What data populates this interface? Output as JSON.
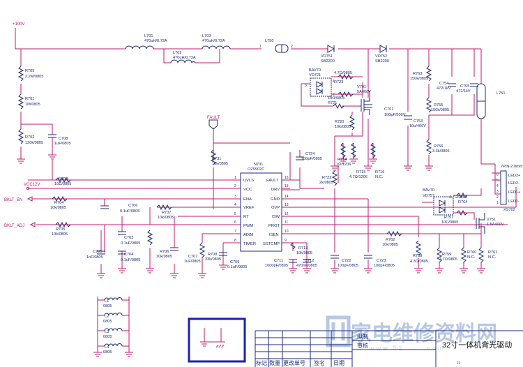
{
  "nets": {
    "vin": "+100V",
    "fault": "FAULT",
    "vcc": "VCC12V",
    "bklt_en": "BKLT_EN",
    "bklt_adj": "BKLT_ADJ"
  },
  "chip": {
    "ref": "N701",
    "part": "OZ9902C",
    "left_pins": [
      {
        "name": "UVLS",
        "num": "1"
      },
      {
        "name": "VCC",
        "num": "2"
      },
      {
        "name": "ENA",
        "num": "3"
      },
      {
        "name": "VREF",
        "num": "4"
      },
      {
        "name": "RT",
        "num": "5"
      },
      {
        "name": "PWM",
        "num": "6"
      },
      {
        "name": "ADIM",
        "num": "7"
      },
      {
        "name": "TIMER",
        "num": "8"
      }
    ],
    "right_pins": [
      {
        "name": "FAULT",
        "num": "16"
      },
      {
        "name": "DRV",
        "num": "15"
      },
      {
        "name": "GND",
        "num": "14"
      },
      {
        "name": "OVP",
        "num": "13"
      },
      {
        "name": "ISW",
        "num": "12"
      },
      {
        "name": "PROT",
        "num": "11"
      },
      {
        "name": "ISEN",
        "num": "10"
      },
      {
        "name": "SSTCMP",
        "num": "9"
      }
    ]
  },
  "parts": {
    "L701": {
      "ref": "L701",
      "val": "470uH/0.72A"
    },
    "L702": {
      "ref": "L702",
      "val": "470uH/0.72A"
    },
    "L703": {
      "ref": "L703",
      "val": "470uH/0.72A"
    },
    "L750": {
      "ref": "L750",
      "pin1": "1",
      "pin2": "2"
    },
    "VD751": {
      "ref": "VD751",
      "val": "SB2200"
    },
    "VD752": {
      "ref": "VD752",
      "val": "SB2200"
    },
    "R709": {
      "ref": "R709",
      "val": "2.2M/0805"
    },
    "R701": {
      "ref": "R701",
      "val": "1M/0805"
    },
    "R702": {
      "ref": "R702",
      "val": "120k/0805"
    },
    "C708": {
      "ref": "C708",
      "val": "1uF/0805"
    },
    "BAV70a": {
      "ref": "BAV70",
      "sub": "VD721"
    },
    "R723": {
      "ref": "R723",
      "val": "4.7Ω/0805"
    },
    "R723b": {
      "val": "10Ω/0805"
    },
    "V701": {
      "ref": "V701",
      "val": "5A400V"
    },
    "R721": {
      "ref": "R721"
    },
    "C701": {
      "ref": "C701",
      "val": "100pF/500V"
    },
    "R720": {
      "ref": "R720",
      "val": "10k/0805"
    },
    "R763": {
      "ref": "R763",
      "val": "150k/0805"
    },
    "C754": {
      "ref": "C754",
      "val": "472/1kV"
    },
    "C755": {
      "ref": "C755",
      "val": "472/1kV"
    },
    "R755": {
      "ref": "R755",
      "val": "150k/0805"
    },
    "C753": {
      "ref": "C753",
      "val": "10u/400V"
    },
    "R756": {
      "ref": "R756",
      "val": "3.3k/0805"
    },
    "L751": {
      "ref": "L751"
    },
    "C724": {
      "ref": "C724",
      "val": "100pF/0805"
    },
    "R714": {
      "ref": "R714",
      "val": "1Ω/1206"
    },
    "R715": {
      "ref": "R715",
      "val": "4.7Ω/1206"
    },
    "R716": {
      "ref": "R716",
      "val": "N.C."
    },
    "R722": {
      "ref": "R722",
      "val": "2k/0805"
    },
    "R731": {
      "ref": "R731",
      "val": "10k/0805"
    },
    "R703": {
      "ref": "R703",
      "val": "10Ω/0805"
    },
    "R704": {
      "ref": "R704",
      "val": "10k/0805"
    },
    "R705": {
      "ref": "R705",
      "val": "10k/0805"
    },
    "C706": {
      "ref": "C706",
      "val": "0.1uF/0805"
    },
    "R707": {
      "ref": "R707",
      "val": "10k/0805"
    },
    "C703": {
      "ref": "C703",
      "val": "0.1uF/0805"
    },
    "C704": {
      "ref": "C704",
      "val": "0.1uF/0805"
    },
    "C705": {
      "ref": "C705",
      "val": "1nF/0805"
    },
    "R706": {
      "ref": "R706",
      "val": "10k/0805"
    },
    "C707": {
      "ref": "C707",
      "val": "1uF/0805"
    },
    "R708": {
      "ref": "R708",
      "val": "33k/0805"
    },
    "C709": {
      "ref": "C709",
      "val": "0.1uF/0805"
    },
    "R713": {
      "ref": "R713",
      "val": "10k/0805"
    },
    "C711": {
      "ref": "C711",
      "val": "1000pF/0805"
    },
    "C712": {
      "ref": "C712",
      "val": "470nF/0805"
    },
    "C722": {
      "ref": "C722",
      "val": "100pF/0805"
    },
    "C723": {
      "ref": "C723",
      "val": "100pF/0805"
    },
    "R762": {
      "ref": "R762",
      "val": "10k/0805"
    },
    "R758": {
      "ref": "R758",
      "val": "4.3Ω/0805"
    },
    "R759": {
      "ref": "R759",
      "val": "4.7Ω/0805"
    },
    "R760": {
      "ref": "R760",
      "val": "N.C."
    },
    "R761": {
      "ref": "R761",
      "val": "N.C."
    },
    "BAV70b": {
      "ref": "BAV70",
      "sub": "VD757"
    },
    "R764": {
      "ref": "R764",
      "val": "4.7Ω/0805"
    },
    "R757": {
      "ref": "R757",
      "val": "10Ω/0805"
    },
    "V751": {
      "ref": "V751",
      "val": "1.5A400V"
    },
    "XS702": {
      "ref": "XS702",
      "header": "7PIN-2.0mm",
      "pins": [
        "LED2+",
        "LED2-",
        "LED1+",
        "LED1-"
      ],
      "nums": [
        "6",
        "5",
        "4",
        "3",
        "2",
        "1"
      ]
    },
    "L1": {
      "ref": "L1",
      "val": "0805"
    },
    "L2": {
      "ref": "L2",
      "val": "0805"
    },
    "L3": {
      "ref": "L3",
      "val": "0805"
    },
    "L4": {
      "ref": "L4",
      "val": "0805"
    },
    "diode_pins": [
      "3",
      "1",
      "2"
    ]
  },
  "title_block": {
    "draw": "拟制",
    "check": "审核",
    "title": "32寸一体机背光驱动",
    "cols": [
      "标记",
      "数量",
      "更改单号",
      "签名",
      "日期"
    ],
    "sheet": "11"
  },
  "watermark": {
    "main": "家电维修资料网",
    "sub": "www.52 ... .com"
  },
  "colors": {
    "wire": "#c0186a",
    "part": "#1c2a78",
    "frame": "#1a22b0"
  }
}
